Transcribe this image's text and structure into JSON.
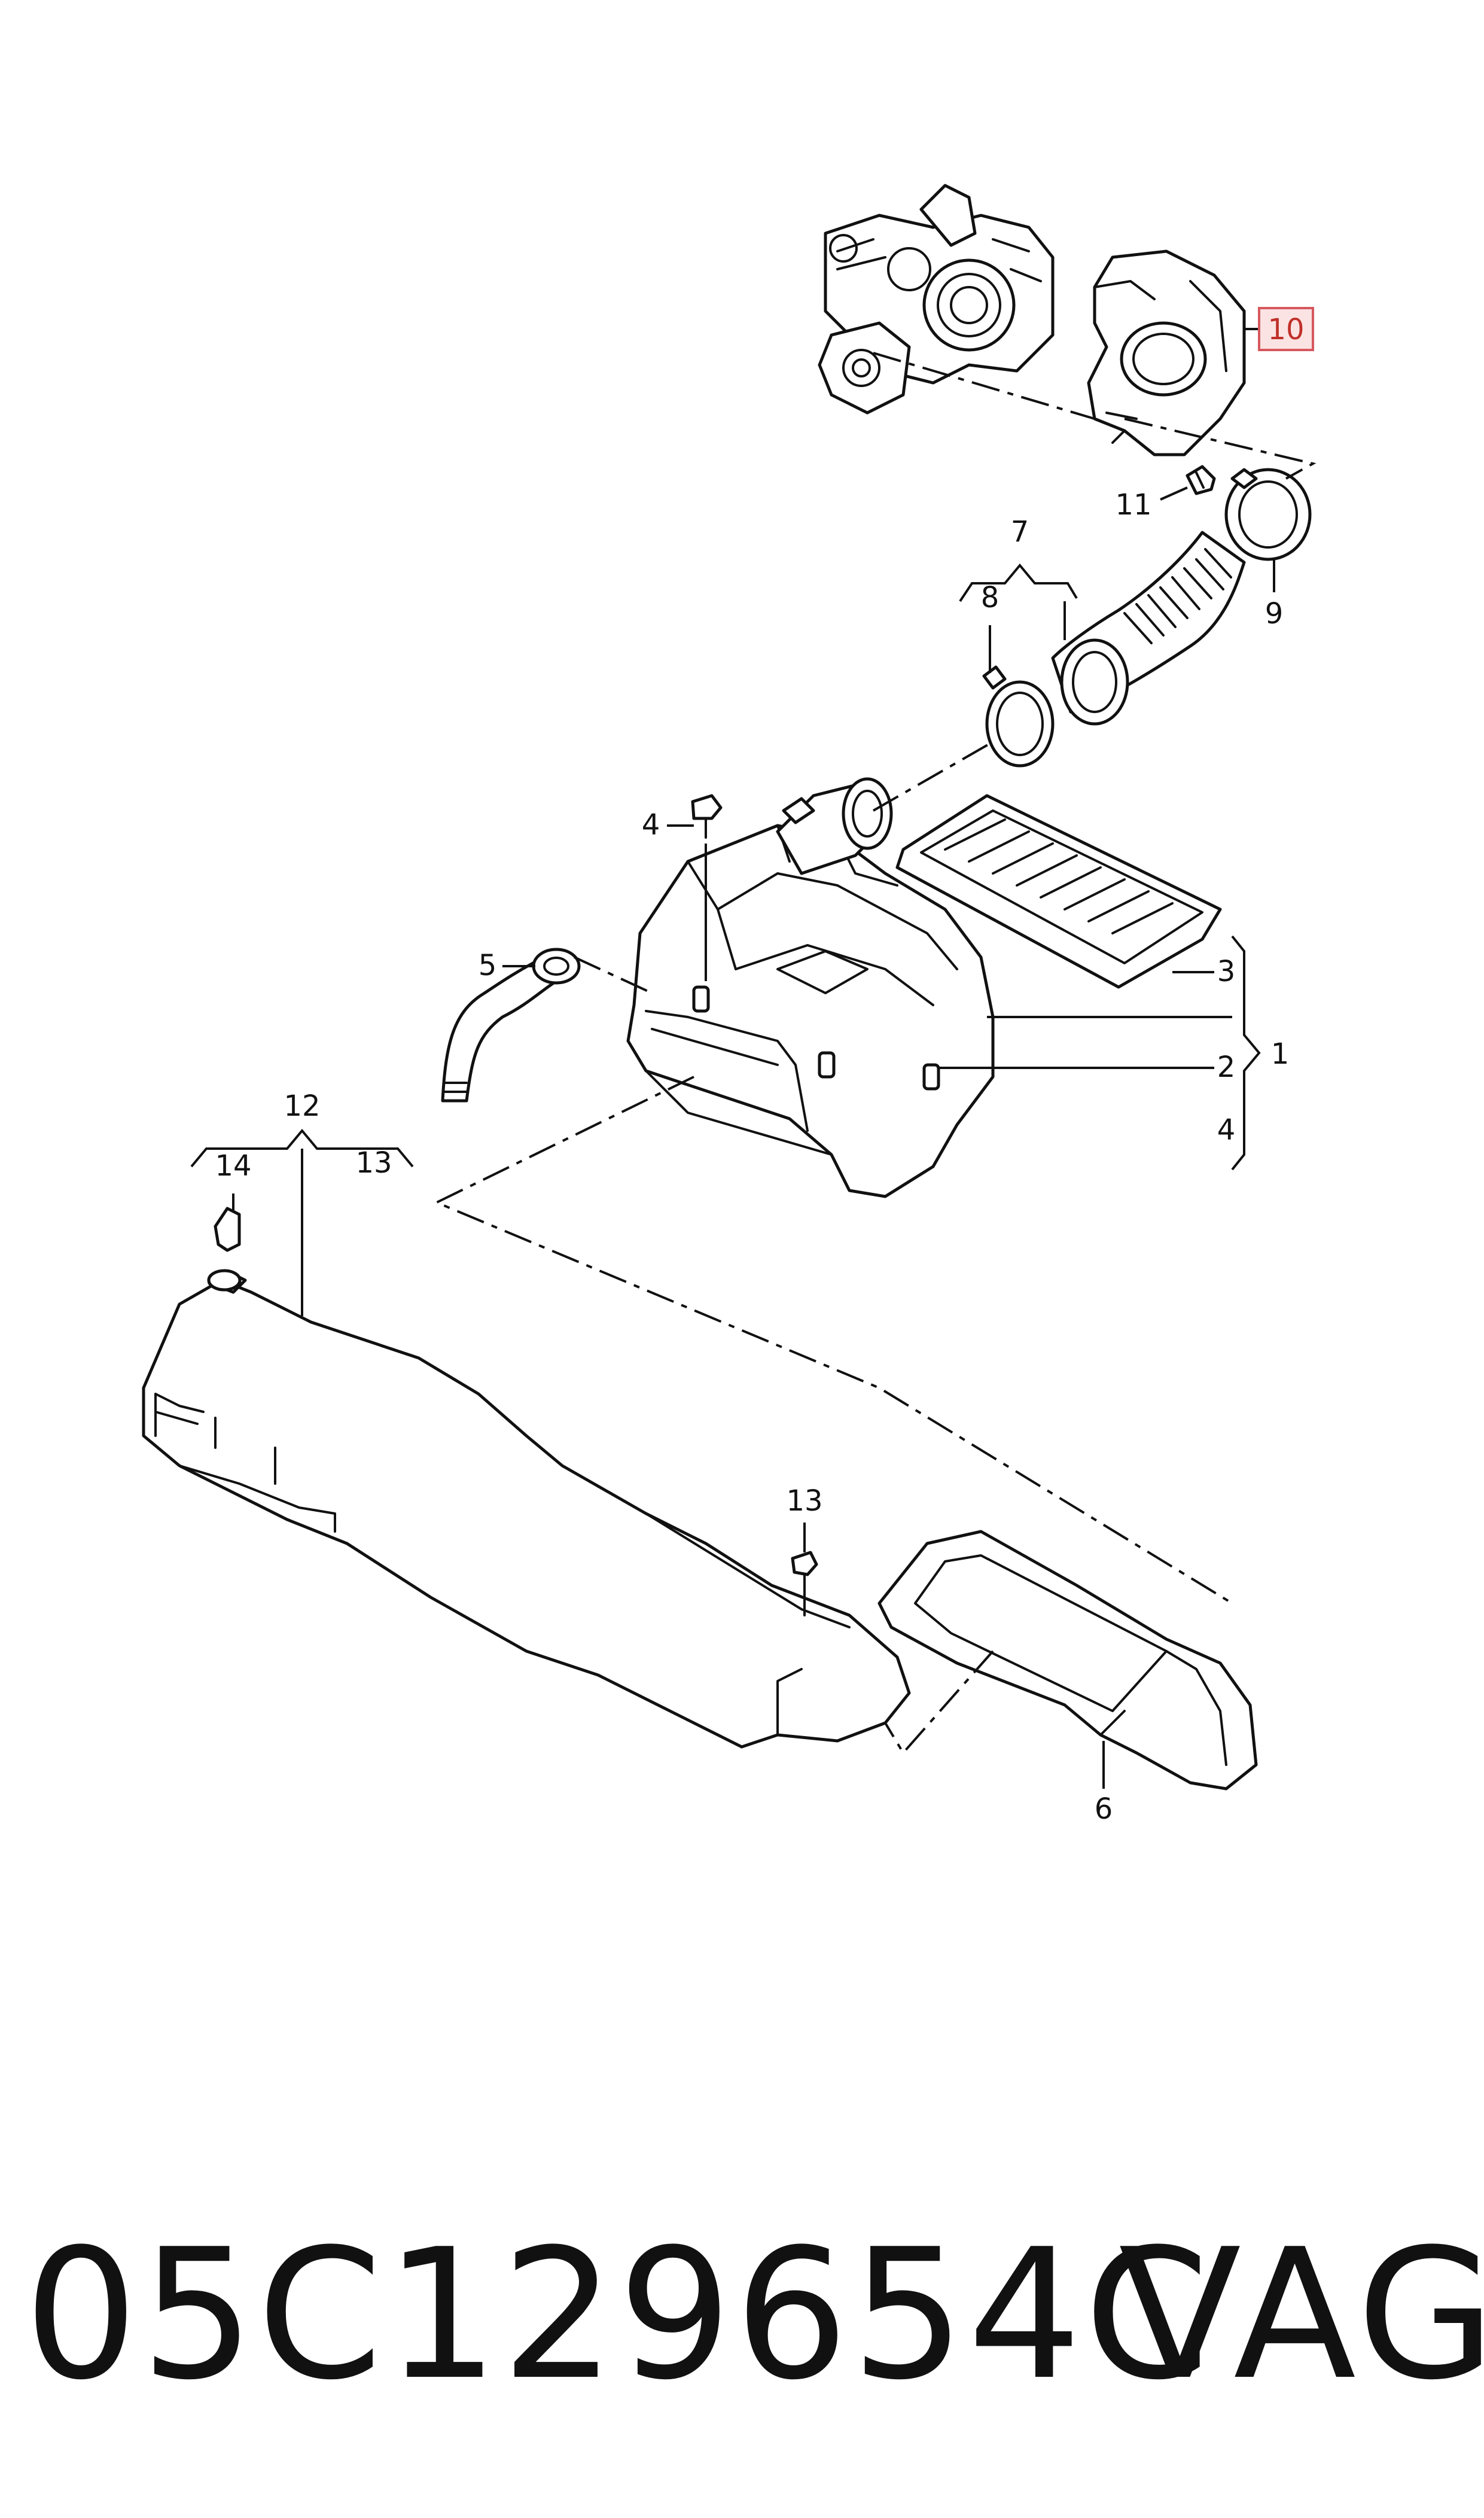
{
  "diagram": {
    "callouts": {
      "c1": "1",
      "c2": "2",
      "c3": "3",
      "c4a": "4",
      "c4b": "4",
      "c5": "5",
      "c6": "6",
      "c7": "7",
      "c8": "8",
      "c9": "9",
      "c10": "10",
      "c11": "11",
      "c12": "12",
      "c13a": "13",
      "c13b": "13",
      "c14": "14"
    },
    "highlighted_callout": "10",
    "highlight_color": "#d6585e"
  },
  "footer": {
    "part_number": "05C129654C",
    "brand": "VAG"
  }
}
